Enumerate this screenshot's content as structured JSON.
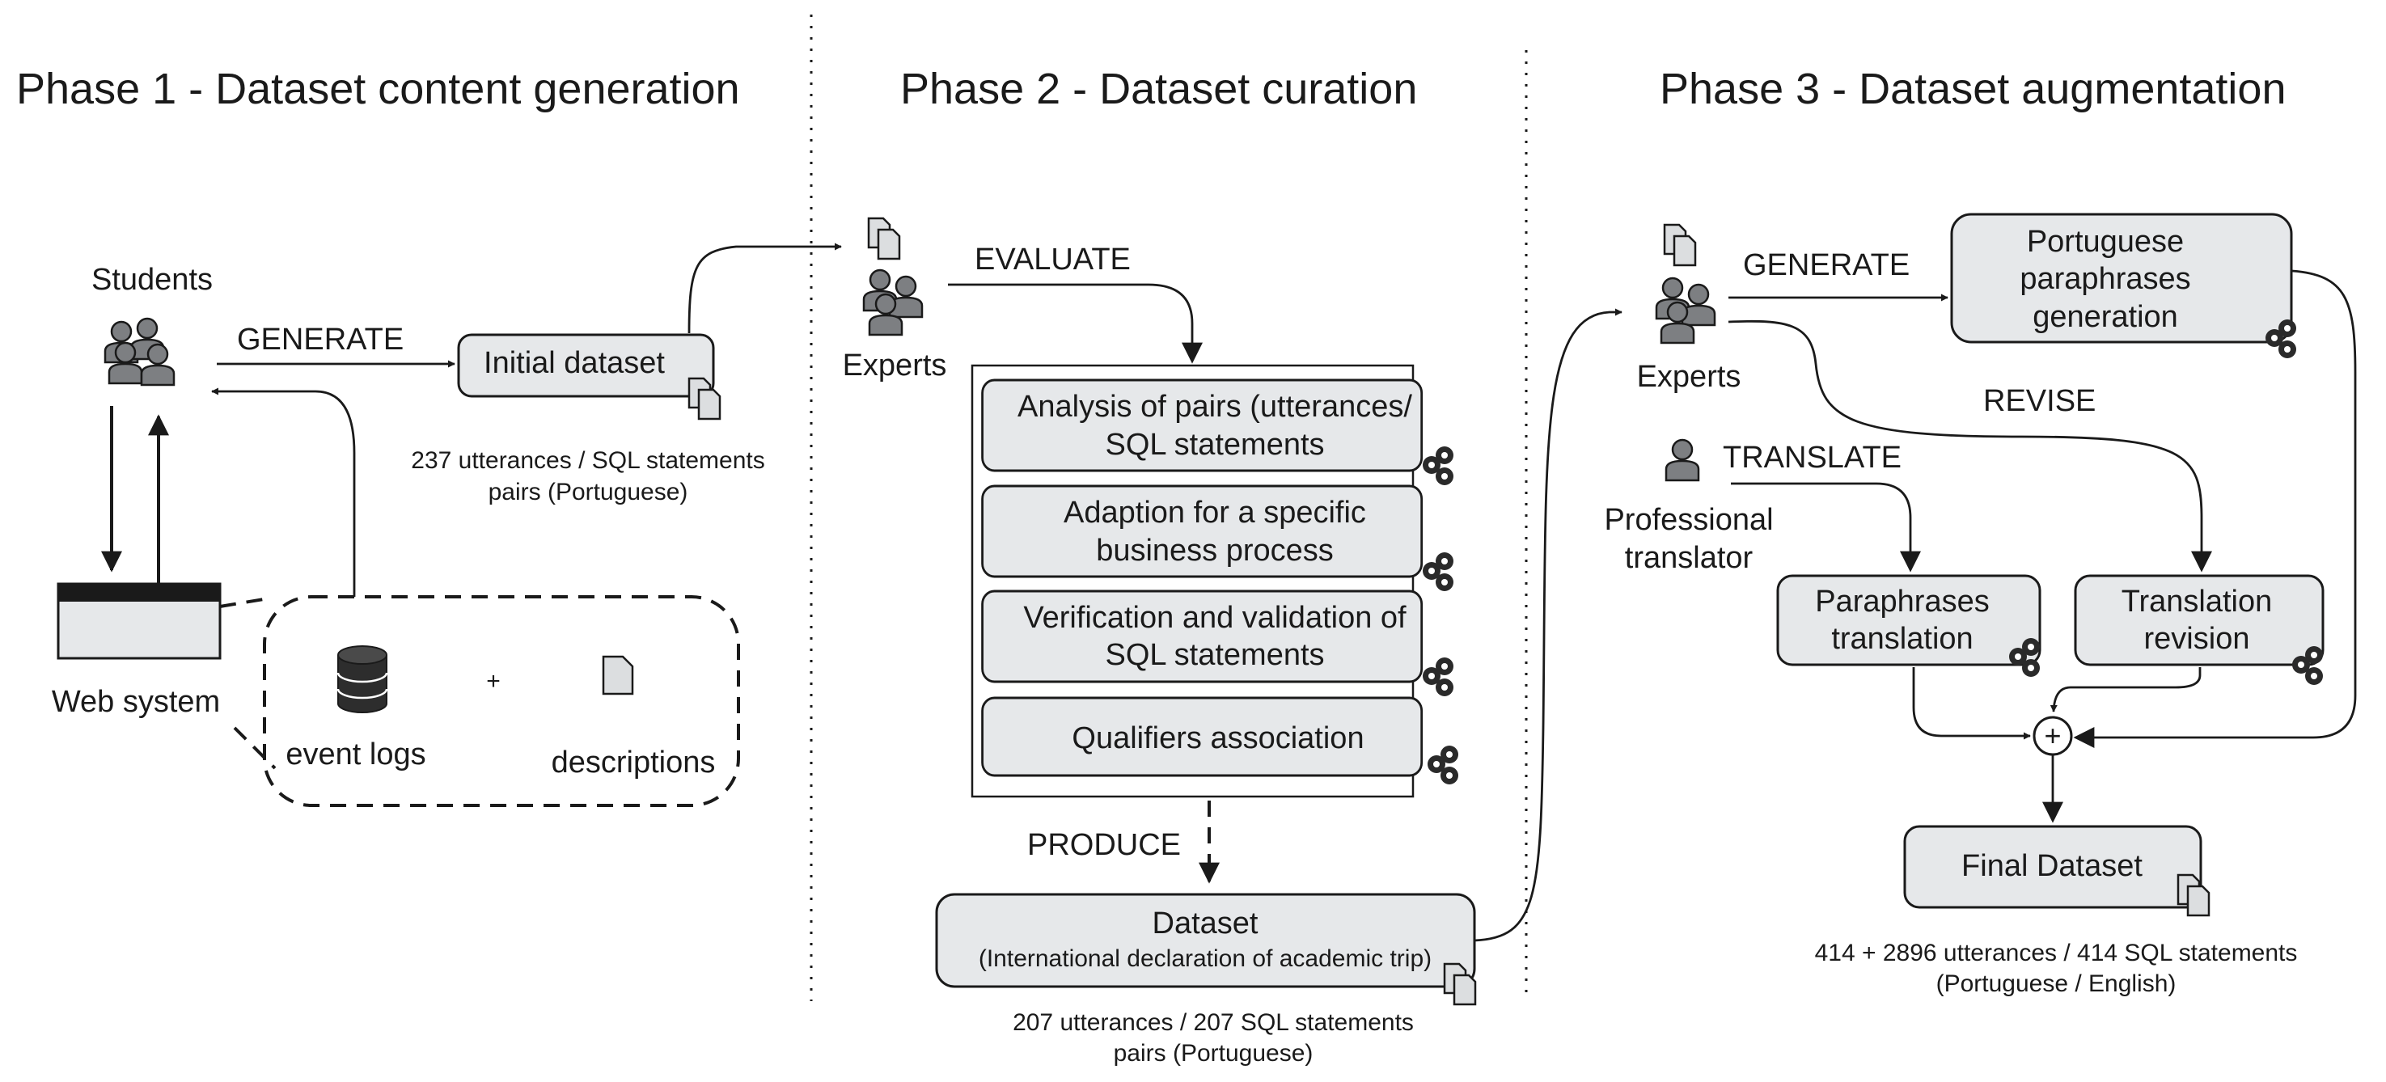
{
  "phases": {
    "phase1": "Phase 1 - Dataset content generation",
    "phase2": "Phase 2 - Dataset curation",
    "phase3": "Phase 3 - Dataset augmentation"
  },
  "phase1": {
    "students": "Students",
    "generate": "GENERATE",
    "initial_dataset": "Initial dataset",
    "initial_stats_line1": "237 utterances / SQL statements",
    "initial_stats_line2": "pairs (Portuguese)",
    "web_system": "Web system",
    "event_logs": "event logs",
    "plus": "+",
    "descriptions": "descriptions"
  },
  "phase2": {
    "experts": "Experts",
    "evaluate": "EVALUATE",
    "steps": [
      {
        "line1": "Analysis of pairs (utterances/",
        "line2": "SQL statements"
      },
      {
        "line1": "Adaption for a specific",
        "line2": "business process"
      },
      {
        "line1": "Verification and validation of",
        "line2": "SQL statements"
      },
      {
        "line1": "Qualifiers association",
        "line2": ""
      }
    ],
    "produce": "PRODUCE",
    "dataset_line1": "Dataset",
    "dataset_line2": "(International declaration of academic trip)",
    "dataset_stats_line1": "207 utterances / 207 SQL statements",
    "dataset_stats_line2": "pairs (Portuguese)"
  },
  "phase3": {
    "experts": "Experts",
    "generate": "GENERATE",
    "paraphrase_gen_line1": "Portuguese",
    "paraphrase_gen_line2": "paraphrases",
    "paraphrase_gen_line3": "generation",
    "revise": "REVISE",
    "translate": "TRANSLATE",
    "translator_line1": "Professional",
    "translator_line2": "translator",
    "paraphrases_translation_line1": "Paraphrases",
    "paraphrases_translation_line2": "translation",
    "translation_revision_line1": "Translation",
    "translation_revision_line2": "revision",
    "plus": "+",
    "final_dataset": "Final Dataset",
    "final_stats_line1": "414 + 2896 utterances / 414 SQL statements",
    "final_stats_line2": "(Portuguese / English)"
  }
}
